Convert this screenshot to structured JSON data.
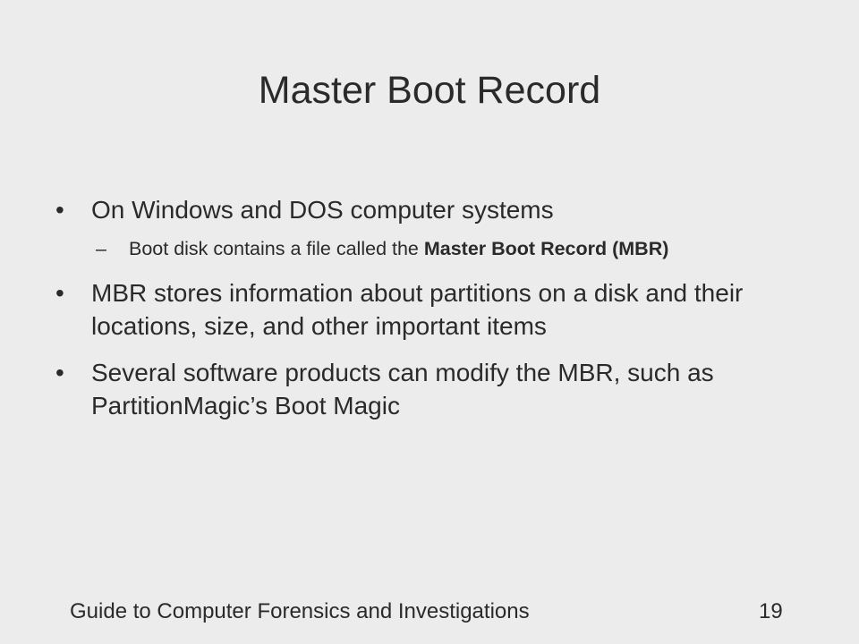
{
  "slide": {
    "title": "Master Boot Record",
    "bullets": [
      {
        "marker": "•",
        "text": "On Windows and DOS computer systems",
        "sub_items": [
          {
            "marker": "–",
            "text_before": "Boot disk contains a file called the ",
            "bold_text": "Master Boot Record (MBR)"
          }
        ]
      },
      {
        "marker": "•",
        "text": "MBR stores information about partitions on a disk and their locations, size, and other important items"
      },
      {
        "marker": "•",
        "text": "Several software products can modify the MBR, such as PartitionMagic’s Boot Magic"
      }
    ]
  },
  "footer": {
    "text": "Guide to Computer Forensics and Investigations",
    "page_number": "19"
  }
}
